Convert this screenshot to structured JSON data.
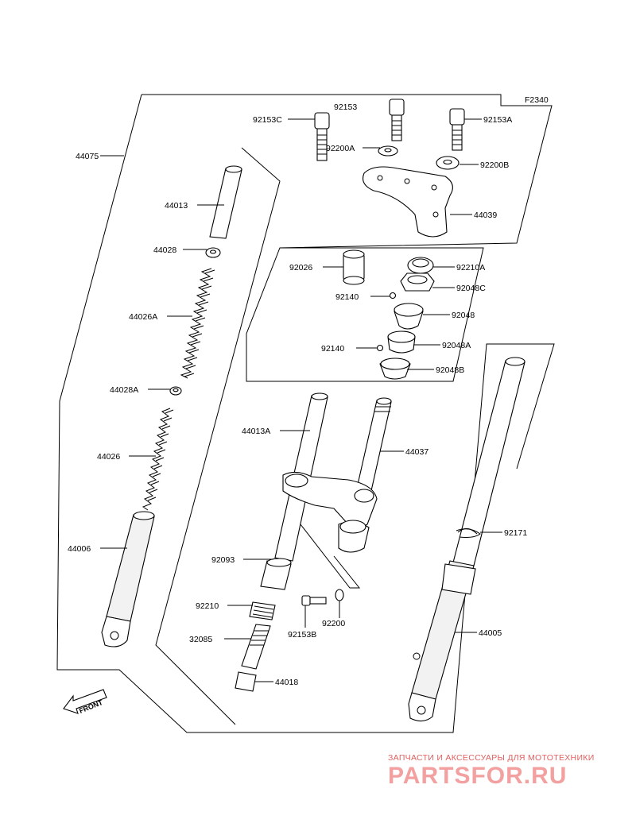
{
  "figure_code": "F2340",
  "front_label": "FRONT",
  "labels": {
    "p92153": "92153",
    "p92153C": "92153C",
    "p92153A": "92153A",
    "p92200A": "92200A",
    "p92200B": "92200B",
    "p44039": "44039",
    "p44075": "44075",
    "p44013": "44013",
    "p44028": "44028",
    "p44026A": "44026A",
    "p44028A": "44028A",
    "p44026": "44026",
    "p44006": "44006",
    "p92026": "92026",
    "p92210A": "92210A",
    "p92048C": "92048C",
    "p92140a": "92140",
    "p92048": "92048",
    "p92140b": "92140",
    "p92048A": "92048A",
    "p92048B": "92048B",
    "p44013A": "44013A",
    "p44037": "44037",
    "p92171": "92171",
    "p92093": "92093",
    "p92210": "92210",
    "p92200": "92200",
    "p92153B": "92153B",
    "p32085": "32085",
    "p44005": "44005",
    "p44018": "44018"
  },
  "watermark": {
    "caption": "ЗАПЧАСТИ И АКСЕССУАРЫ ДЛЯ МОТОТЕХНИКИ",
    "logo": "PARTSFOR.RU"
  }
}
